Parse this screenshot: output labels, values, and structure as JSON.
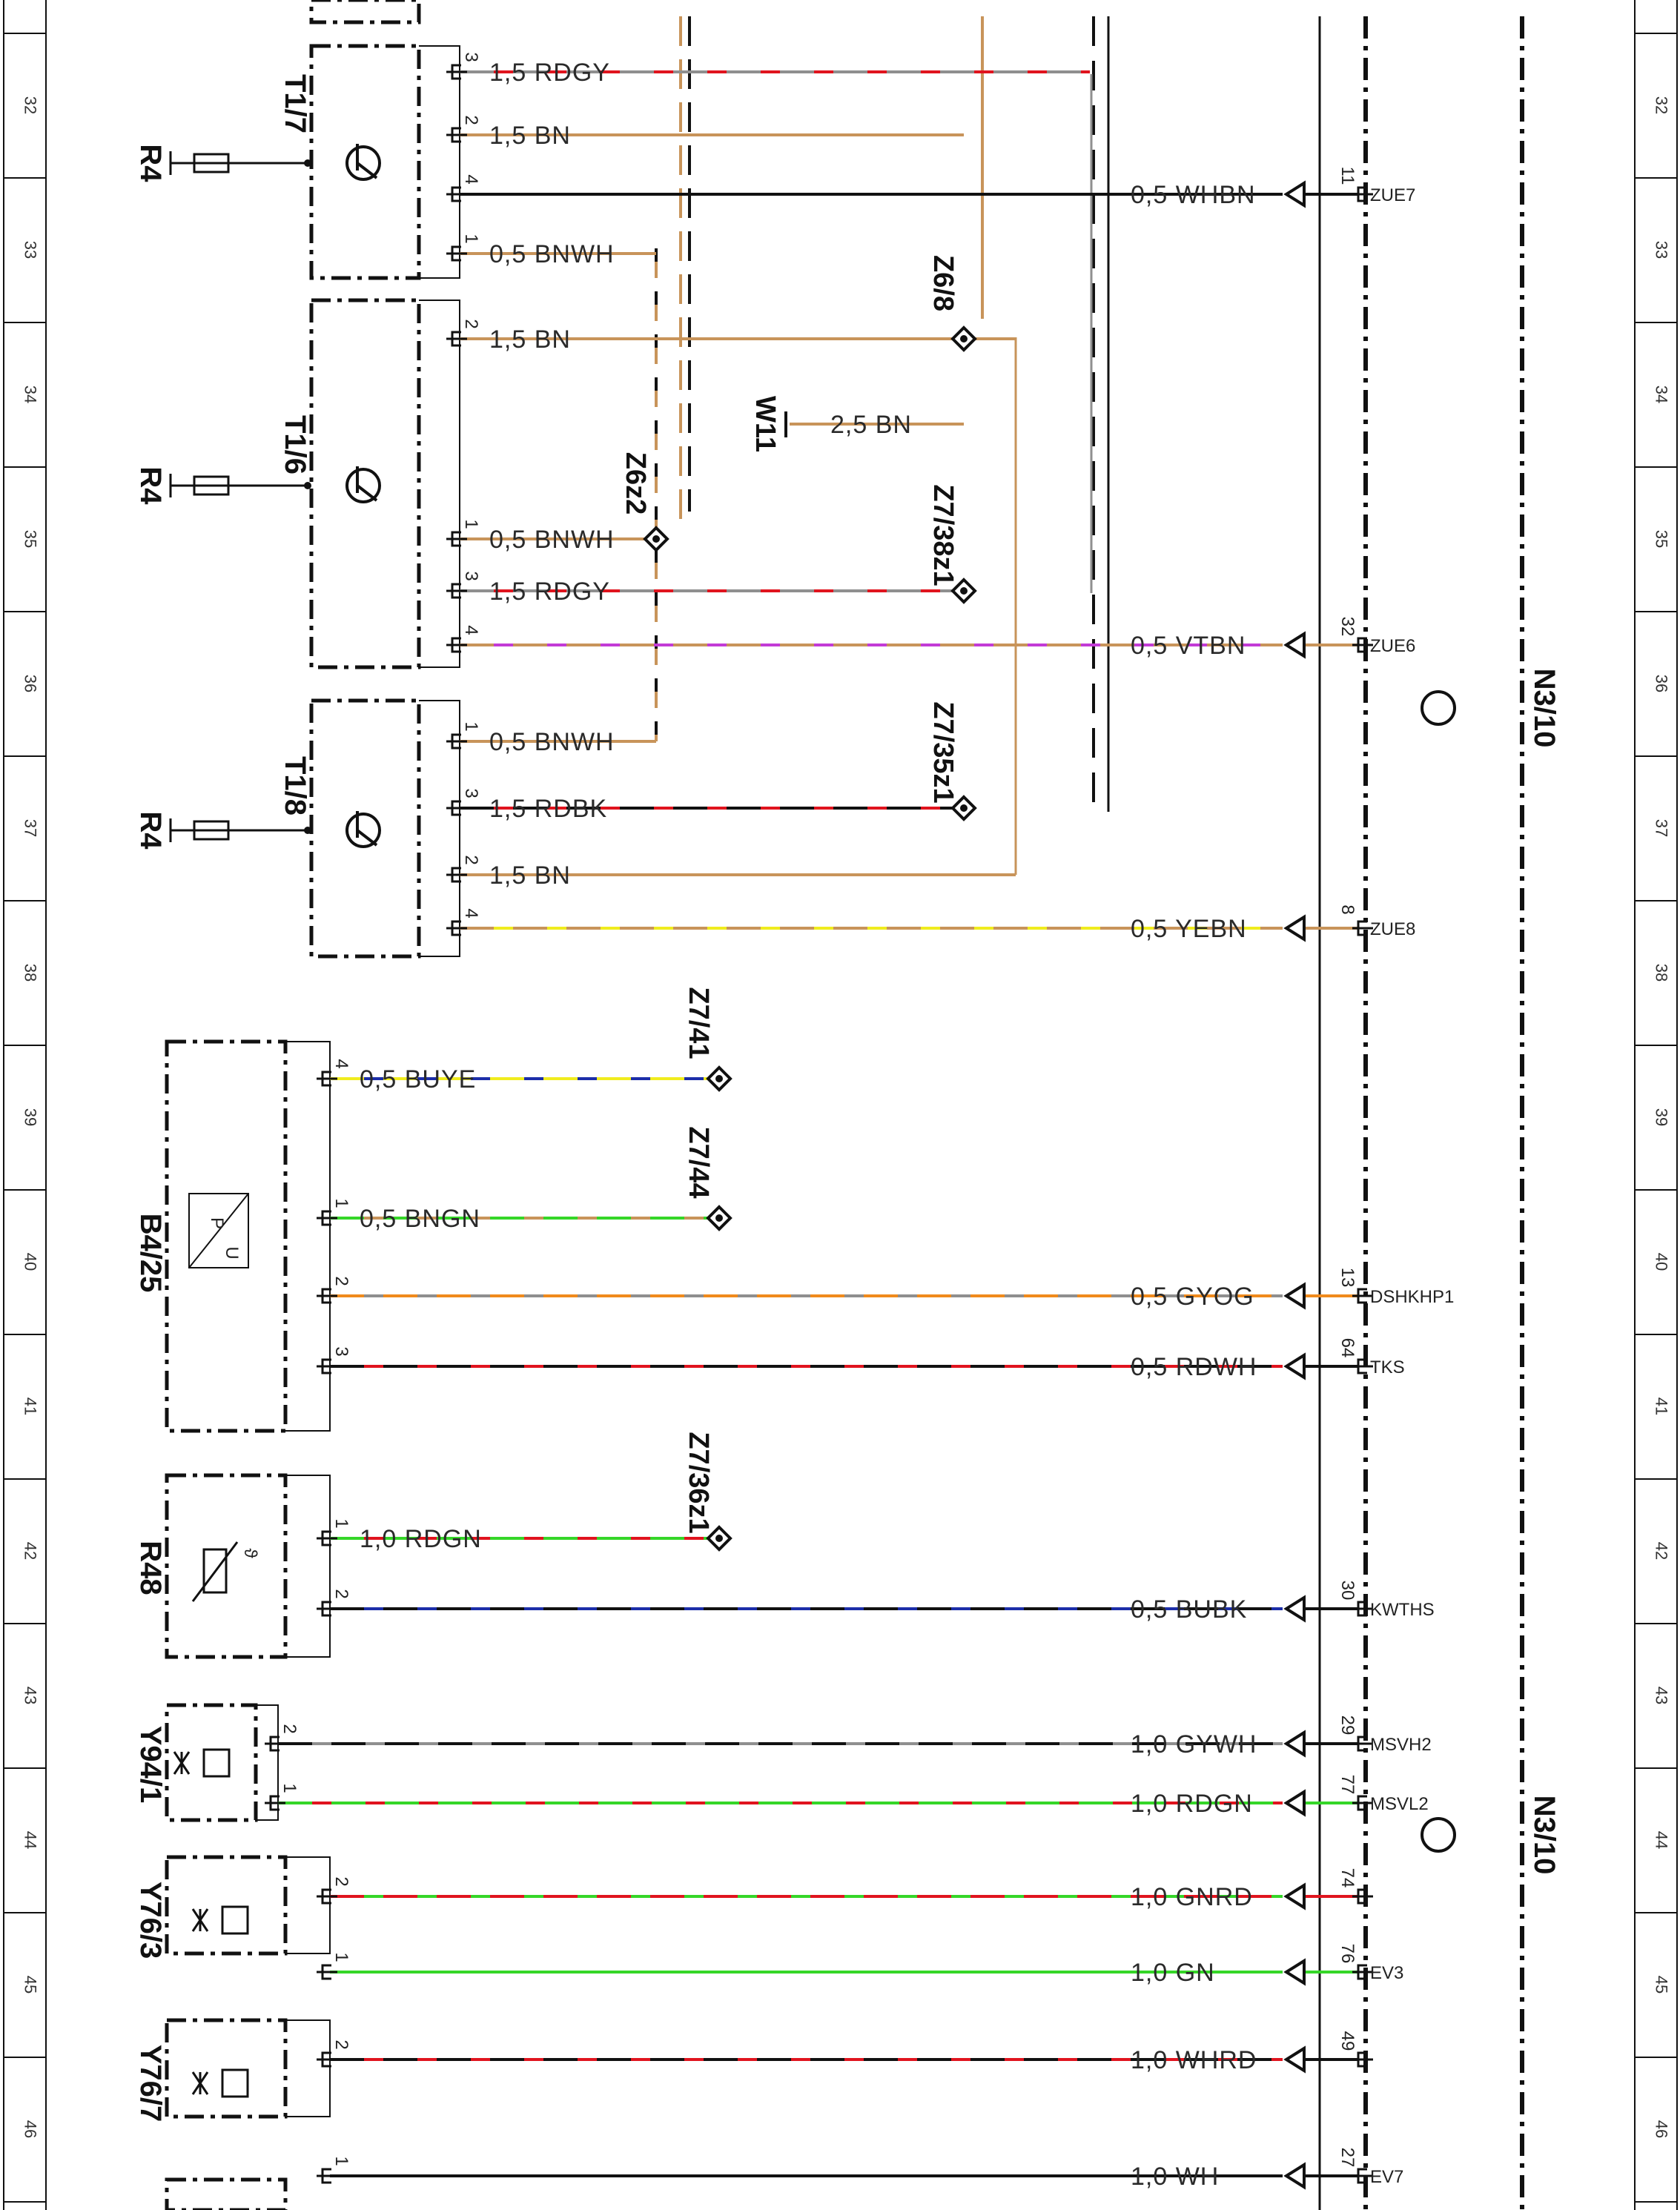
{
  "grid": {
    "rows": [
      "32",
      "33",
      "34",
      "35",
      "36",
      "37",
      "38",
      "39",
      "40",
      "41",
      "42",
      "43",
      "44",
      "45",
      "46"
    ]
  },
  "colors": {
    "BN": "#c8945a",
    "RD": "#e0141e",
    "GY": "#8f8f8f",
    "WH": "#ffffff",
    "BK": "#111111",
    "VT": "#c23bd6",
    "YE": "#f0ec1e",
    "BU": "#1c2ea8",
    "GN": "#35d628",
    "OG": "#f08a1c"
  },
  "control_unit": {
    "label": "N3/10"
  },
  "components": [
    {
      "id": "T1/7",
      "label": "T1/7",
      "sublabel": "R4"
    },
    {
      "id": "T1/6",
      "label": "T1/6",
      "sublabel": "R4"
    },
    {
      "id": "T1/8",
      "label": "T1/8",
      "sublabel": "R4"
    },
    {
      "id": "B4/25",
      "label": "B4/25",
      "symbol": [
        "P",
        "U"
      ]
    },
    {
      "id": "R48",
      "label": "R48",
      "symbol_text": "ϑ"
    },
    {
      "id": "Y94/1",
      "label": "Y94/1"
    },
    {
      "id": "Y76/3",
      "label": "Y76/3"
    },
    {
      "id": "Y76/7",
      "label": "Y76/7"
    }
  ],
  "connectors": [
    "Z6/8",
    "W11",
    "Z6z2",
    "Z7/38z1",
    "Z7/35z1",
    "Z7/41",
    "Z7/44",
    "Z7/36z1"
  ],
  "wires": [
    {
      "pin": "3",
      "size": "1,5",
      "color": "RDGY",
      "c1": "RD",
      "c2": "GY"
    },
    {
      "pin": "2",
      "size": "1,5",
      "color": "BN",
      "c1": "BN",
      "c2": "BN"
    },
    {
      "pin": "4",
      "size": "0,5",
      "color": "WHBN",
      "c1": "BK",
      "c2": "BK",
      "cu_pin": "11",
      "signal": "ZUE7"
    },
    {
      "pin": "1",
      "size": "0,5",
      "color": "BNWH",
      "c1": "BN",
      "c2": "BN"
    },
    {
      "pin": "2",
      "size": "1,5",
      "color": "BN",
      "c1": "BN",
      "c2": "BN"
    },
    {
      "pin": "",
      "size": "2,5",
      "color": "BN",
      "c1": "BN",
      "c2": "BN"
    },
    {
      "pin": "1",
      "size": "0,5",
      "color": "BNWH",
      "c1": "BN",
      "c2": "BN"
    },
    {
      "pin": "3",
      "size": "1,5",
      "color": "RDGY",
      "c1": "RD",
      "c2": "GY"
    },
    {
      "pin": "4",
      "size": "0,5",
      "color": "VTBN",
      "c1": "VT",
      "c2": "BN",
      "cu_pin": "32",
      "signal": "ZUE6"
    },
    {
      "pin": "1",
      "size": "0,5",
      "color": "BNWH",
      "c1": "BN",
      "c2": "BN"
    },
    {
      "pin": "3",
      "size": "1,5",
      "color": "RDBK",
      "c1": "RD",
      "c2": "BK"
    },
    {
      "pin": "2",
      "size": "1,5",
      "color": "BN",
      "c1": "BN",
      "c2": "BN"
    },
    {
      "pin": "4",
      "size": "0,5",
      "color": "YEBN",
      "c1": "YE",
      "c2": "BN",
      "cu_pin": "8",
      "signal": "ZUE8"
    },
    {
      "pin": "4",
      "size": "0,5",
      "color": "BUYE",
      "c1": "BU",
      "c2": "YE"
    },
    {
      "pin": "1",
      "size": "0,5",
      "color": "BNGN",
      "c1": "BN",
      "c2": "GN"
    },
    {
      "pin": "2",
      "size": "0,5",
      "color": "GYOG",
      "c1": "GY",
      "c2": "OG",
      "cu_pin": "13",
      "signal": "DSHKHP1"
    },
    {
      "pin": "3",
      "size": "0,5",
      "color": "RDWH",
      "c1": "RD",
      "c2": "BK",
      "cu_pin": "64",
      "signal": "TKS"
    },
    {
      "pin": "1",
      "size": "1,0",
      "color": "RDGN",
      "c1": "RD",
      "c2": "GN"
    },
    {
      "pin": "2",
      "size": "0,5",
      "color": "BUBK",
      "c1": "BU",
      "c2": "BK",
      "cu_pin": "30",
      "signal": "KWTHS"
    },
    {
      "pin": "2",
      "size": "1,0",
      "color": "GYWH",
      "c1": "GY",
      "c2": "BK",
      "cu_pin": "29",
      "signal": "MSVH2"
    },
    {
      "pin": "1",
      "size": "1,0",
      "color": "RDGN",
      "c1": "RD",
      "c2": "GN",
      "cu_pin": "77",
      "signal": "MSVL2"
    },
    {
      "pin": "2",
      "size": "1,0",
      "color": "GNRD",
      "c1": "GN",
      "c2": "RD",
      "cu_pin": "74",
      "signal": ""
    },
    {
      "pin": "1",
      "size": "1,0",
      "color": "GN",
      "c1": "GN",
      "c2": "GN",
      "cu_pin": "76",
      "signal": "EV3"
    },
    {
      "pin": "2",
      "size": "1,0",
      "color": "WHRD",
      "c1": "RD",
      "c2": "BK",
      "cu_pin": "49",
      "signal": ""
    },
    {
      "pin": "1",
      "size": "1,0",
      "color": "WH",
      "c1": "BK",
      "c2": "BK",
      "cu_pin": "27",
      "signal": "EV7"
    }
  ]
}
